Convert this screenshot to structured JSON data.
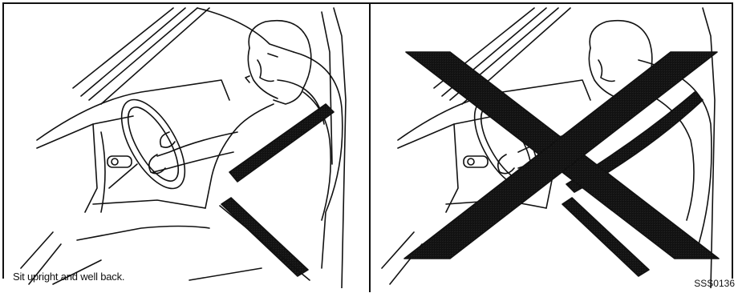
{
  "figure": {
    "left_panel": {
      "caption": "Sit upright and well back."
    },
    "right_panel": {
      "mark": "incorrect-x"
    },
    "figure_code": "SSS0136"
  }
}
